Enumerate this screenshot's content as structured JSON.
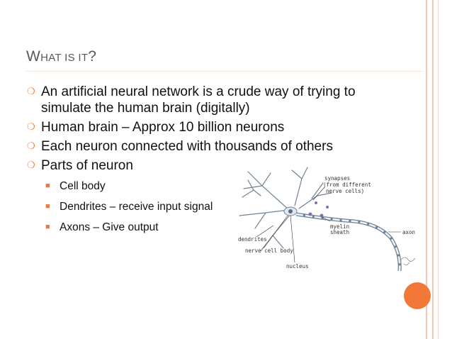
{
  "slide": {
    "title": {
      "first_letter": "W",
      "rest": "HAT IS IT",
      "question": "?"
    },
    "bullets": [
      {
        "text": "An artificial neural network is a crude way of trying to simulate the human brain (digitally)"
      },
      {
        "text": "Human brain – Approx 10 billion neurons"
      },
      {
        "text": "Each neuron connected with thousands of others"
      },
      {
        "text": "Parts of neuron"
      }
    ],
    "sub_bullets": [
      {
        "text": "Cell body"
      },
      {
        "text": "Dendrites – receive input signal"
      },
      {
        "text": "Axons – Give output"
      }
    ],
    "bullet_marker": "❍",
    "sub_bullet_marker": "■",
    "accent_color": "#f4773a"
  },
  "figure": {
    "labels": {
      "synapses": "synapses",
      "from_different": "(from different",
      "nerve_cells": "nerve cells)",
      "myelin": "myelin",
      "sheath": "sheath",
      "axon": "axon",
      "dendrites": "dendrites",
      "nerve_cell_body": "nerve cell body",
      "nucleus": "nucleus"
    }
  }
}
